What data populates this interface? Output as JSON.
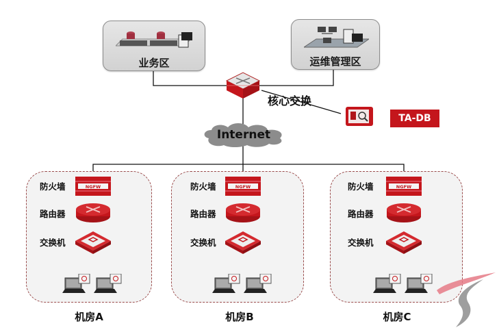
{
  "diagram": {
    "zones": [
      {
        "id": "business",
        "label": "业务区"
      },
      {
        "id": "ops",
        "label": "运维管理区"
      }
    ],
    "core": {
      "label": "核心交换"
    },
    "audit": {
      "label": "TA-DB",
      "color": "#c4161c"
    },
    "internet": {
      "label": "Internet"
    },
    "rooms": [
      {
        "label": "机房A",
        "devices": {
          "firewall": "防火墙",
          "router": "路由器",
          "switch": "交换机"
        },
        "firewall_badge": "NGFW"
      },
      {
        "label": "机房B",
        "devices": {
          "firewall": "防火墙",
          "router": "路由器",
          "switch": "交换机"
        },
        "firewall_badge": "NGFW"
      },
      {
        "label": "机房C",
        "devices": {
          "firewall": "防火墙",
          "router": "路由器",
          "switch": "交换机"
        },
        "firewall_badge": "NGFW"
      }
    ],
    "colors": {
      "device_red": "#d42a2f",
      "line": "#111111",
      "room_border": "#9a4a4a"
    }
  }
}
